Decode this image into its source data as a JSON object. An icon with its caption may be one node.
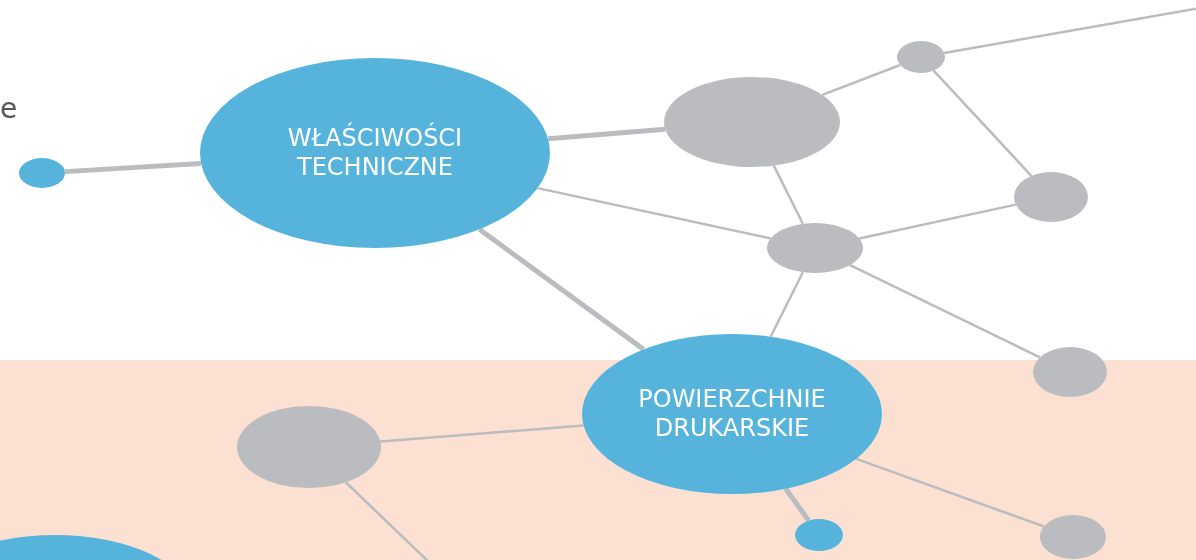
{
  "diagram": {
    "nodes": [
      {
        "text": [
          "WŁAŚCIWOŚCI TECHNICZNE"
        ]
      },
      {
        "text": [
          "POWIERZCHNIE DRUKARSKIE"
        ]
      },
      {
        "text": [],
        "shape": "circle"
      },
      {
        "text": [],
        "shape": "circle"
      },
      {
        "text": [],
        "shape": "circle"
      },
      {
        "text": [],
        "shape": "circle"
      },
      {
        "text": [],
        "shape": "circle"
      },
      {
        "text": [],
        "shape": "circle"
      },
      {
        "text": [],
        "shape": "circle"
      },
      {
        "text": [],
        "shape": "circle"
      },
      {
        "text": [],
        "shape": "circle"
      },
      {
        "text": [],
        "shape": "circle"
      }
    ],
    "edges": [
      {
        "from": 2,
        "to": 0,
        "arrow": "none",
        "style": "thick"
      },
      {
        "from": 0,
        "to": 3,
        "arrow": "none",
        "style": "thick"
      },
      {
        "from": 3,
        "to": 4,
        "arrow": "none"
      },
      {
        "from": 4,
        "to": null,
        "arrow": "none"
      },
      {
        "from": 4,
        "to": 5,
        "arrow": "none"
      },
      {
        "from": 3,
        "to": 6,
        "arrow": "none"
      },
      {
        "from": 0,
        "to": 6,
        "arrow": "none"
      },
      {
        "from": 6,
        "to": 5,
        "arrow": "none"
      },
      {
        "from": 6,
        "to": 7,
        "arrow": "none"
      },
      {
        "from": 6,
        "to": 1,
        "arrow": "none"
      },
      {
        "from": 0,
        "to": 1,
        "arrow": "none",
        "style": "thick"
      },
      {
        "from": 8,
        "to": 1,
        "arrow": "none"
      },
      {
        "from": 8,
        "to": null,
        "arrow": "none"
      },
      {
        "from": 1,
        "to": 9,
        "arrow": "none",
        "style": "thick"
      },
      {
        "from": 1,
        "to": 10,
        "arrow": "none"
      }
    ],
    "labels": [
      "e"
    ]
  }
}
